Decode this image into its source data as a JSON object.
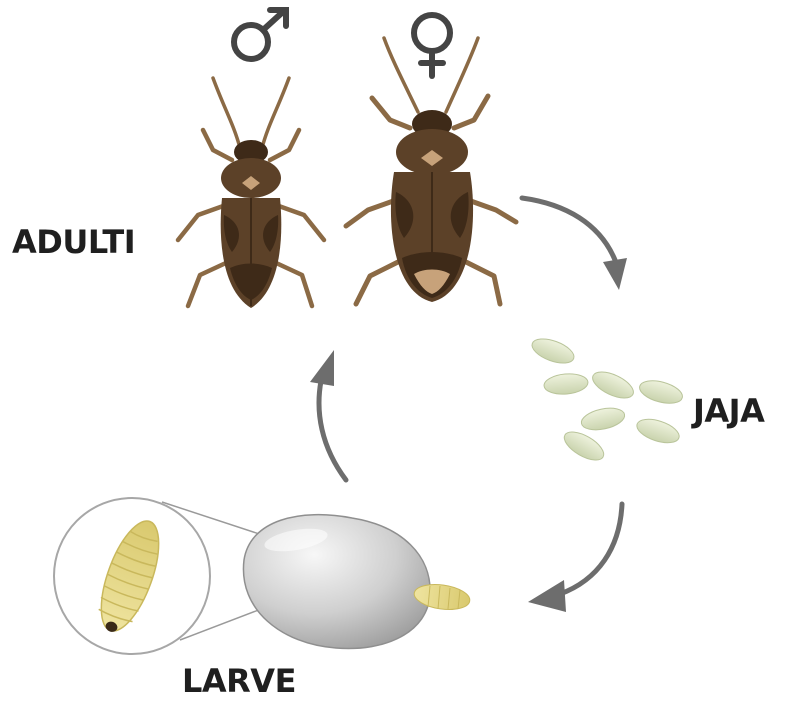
{
  "labels": {
    "adults": "ADULTI",
    "eggs": "JAJA",
    "larvae": "LARVE"
  },
  "symbols": {
    "male": "male-symbol-icon",
    "female": "female-symbol-icon"
  },
  "colors": {
    "background": "#ffffff",
    "label_text": "#1f1f1f",
    "arrow": "#6d6d6d",
    "beetle_body": "#5c4128",
    "beetle_pattern": "#3e2a18",
    "beetle_legs": "#8b6a45",
    "egg": "#dfe6c9",
    "bean": "#cfcfcf",
    "larva": "#e8dc8a"
  }
}
